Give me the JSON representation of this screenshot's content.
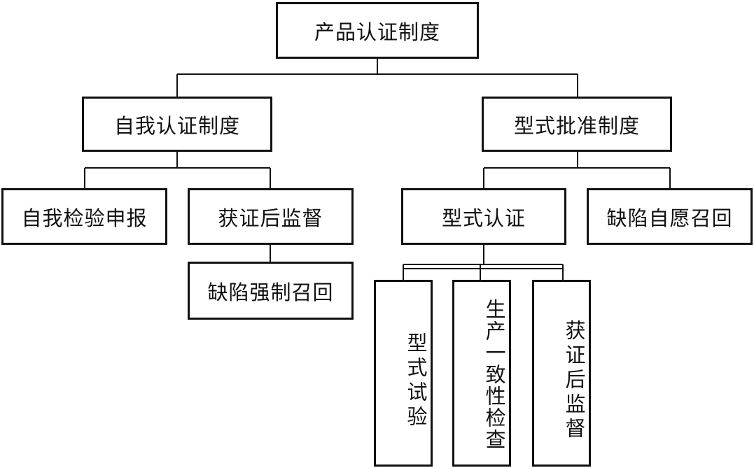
{
  "root": "产品认证制度",
  "level1": {
    "self": "自我认证制度",
    "type_approval": "型式批准制度"
  },
  "self_children": {
    "self_check": "自我检验申报",
    "post_cert": "获证后监督",
    "forced_recall": "缺陷强制召回"
  },
  "approval_children": {
    "type_cert": "型式认证",
    "voluntary_recall": "缺陷自愿召回"
  },
  "type_cert_children": {
    "type_test": "型式试验",
    "cop_check": "生产一致性检查",
    "post_cert_supervision": "获证后监督"
  }
}
